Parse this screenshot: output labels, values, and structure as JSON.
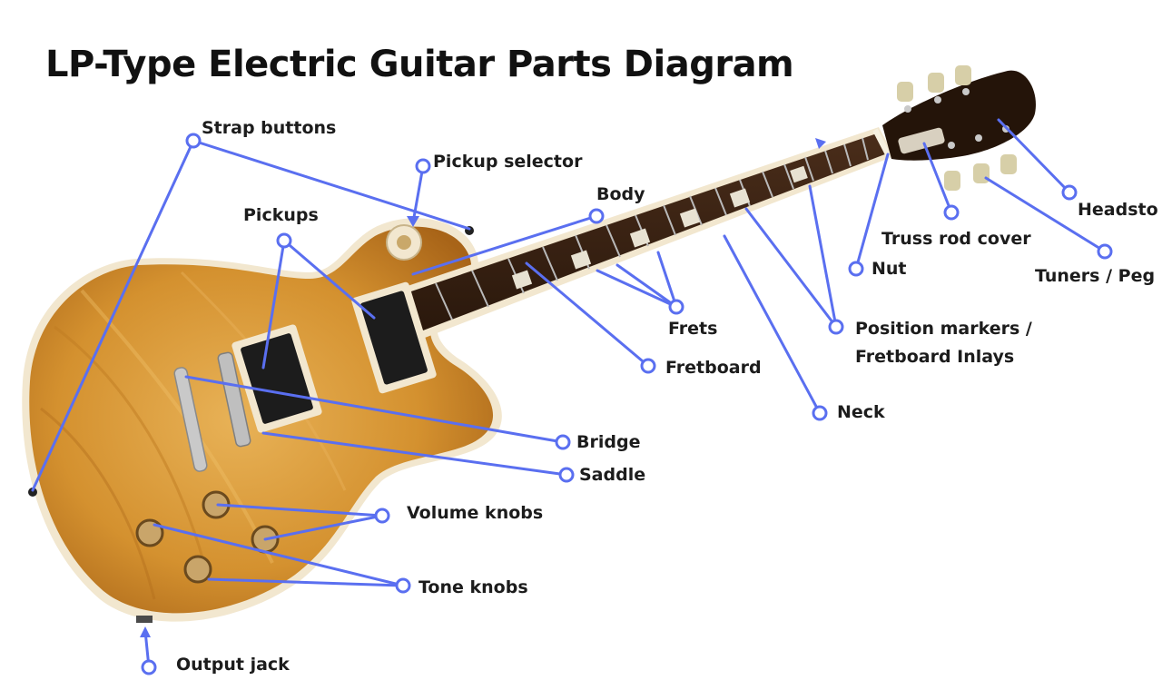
{
  "title": "LP-Type Electric Guitar Parts Diagram",
  "colors": {
    "leader_line": "#5a6ff0",
    "body_wood": "#d99a3a",
    "neck_wood": "#3b2416",
    "binding": "#f2e7cf",
    "hardware": "#c9c9c9",
    "text": "#1c1c1c"
  },
  "labels": {
    "strap_buttons": "Strap buttons",
    "pickup_selector": "Pickup selector",
    "body": "Body",
    "pickups": "Pickups",
    "headstock": "Headsto",
    "truss_rod_cover": "Truss rod cover",
    "nut": "Nut",
    "tuners_pegs": "Tuners / Peg",
    "frets": "Frets",
    "position_markers_1": "Position markers /",
    "position_markers_2": "Fretboard Inlays",
    "fretboard": "Fretboard",
    "neck": "Neck",
    "bridge": "Bridge",
    "saddle": "Saddle",
    "volume_knobs": "Volume knobs",
    "tone_knobs": "Tone knobs",
    "output_jack": "Output jack"
  }
}
